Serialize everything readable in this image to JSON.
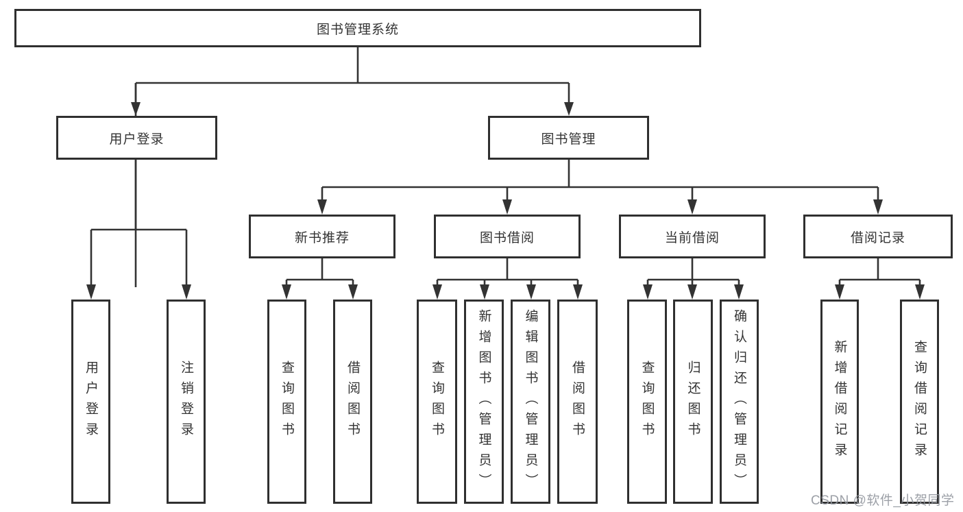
{
  "page": {
    "background": "#ffffff"
  },
  "colors": {
    "line": "#333333",
    "box_border": "#2f2f2f",
    "box_fill": "#ffffff",
    "text": "#333333",
    "watermark": "#9498a0"
  },
  "diagram": {
    "root": {
      "label": "图书管理系统"
    },
    "level2": [
      {
        "id": "user-login",
        "label": "用户登录"
      },
      {
        "id": "book-management",
        "label": "图书管理"
      }
    ],
    "level3": [
      {
        "id": "new-book-recommend",
        "label": "新书推荐"
      },
      {
        "id": "book-borrow",
        "label": "图书借阅"
      },
      {
        "id": "current-borrow",
        "label": "当前借阅"
      },
      {
        "id": "borrow-records",
        "label": "借阅记录"
      }
    ],
    "leaves": {
      "user_login": [
        "用户登录",
        "注销登录"
      ],
      "new_book": [
        "查询图书",
        "借阅图书"
      ],
      "book_borrow": [
        "查询图书",
        "新增图书（管理员）",
        "编辑图书（管理员）",
        "借阅图书"
      ],
      "current_borrow": [
        "查询图书",
        "归还图书",
        "确认归还（管理员）"
      ],
      "borrow_records": [
        "新增借阅记录",
        "查询借阅记录"
      ]
    }
  },
  "watermark": {
    "text": "CSDN @软件_小贺同学"
  }
}
